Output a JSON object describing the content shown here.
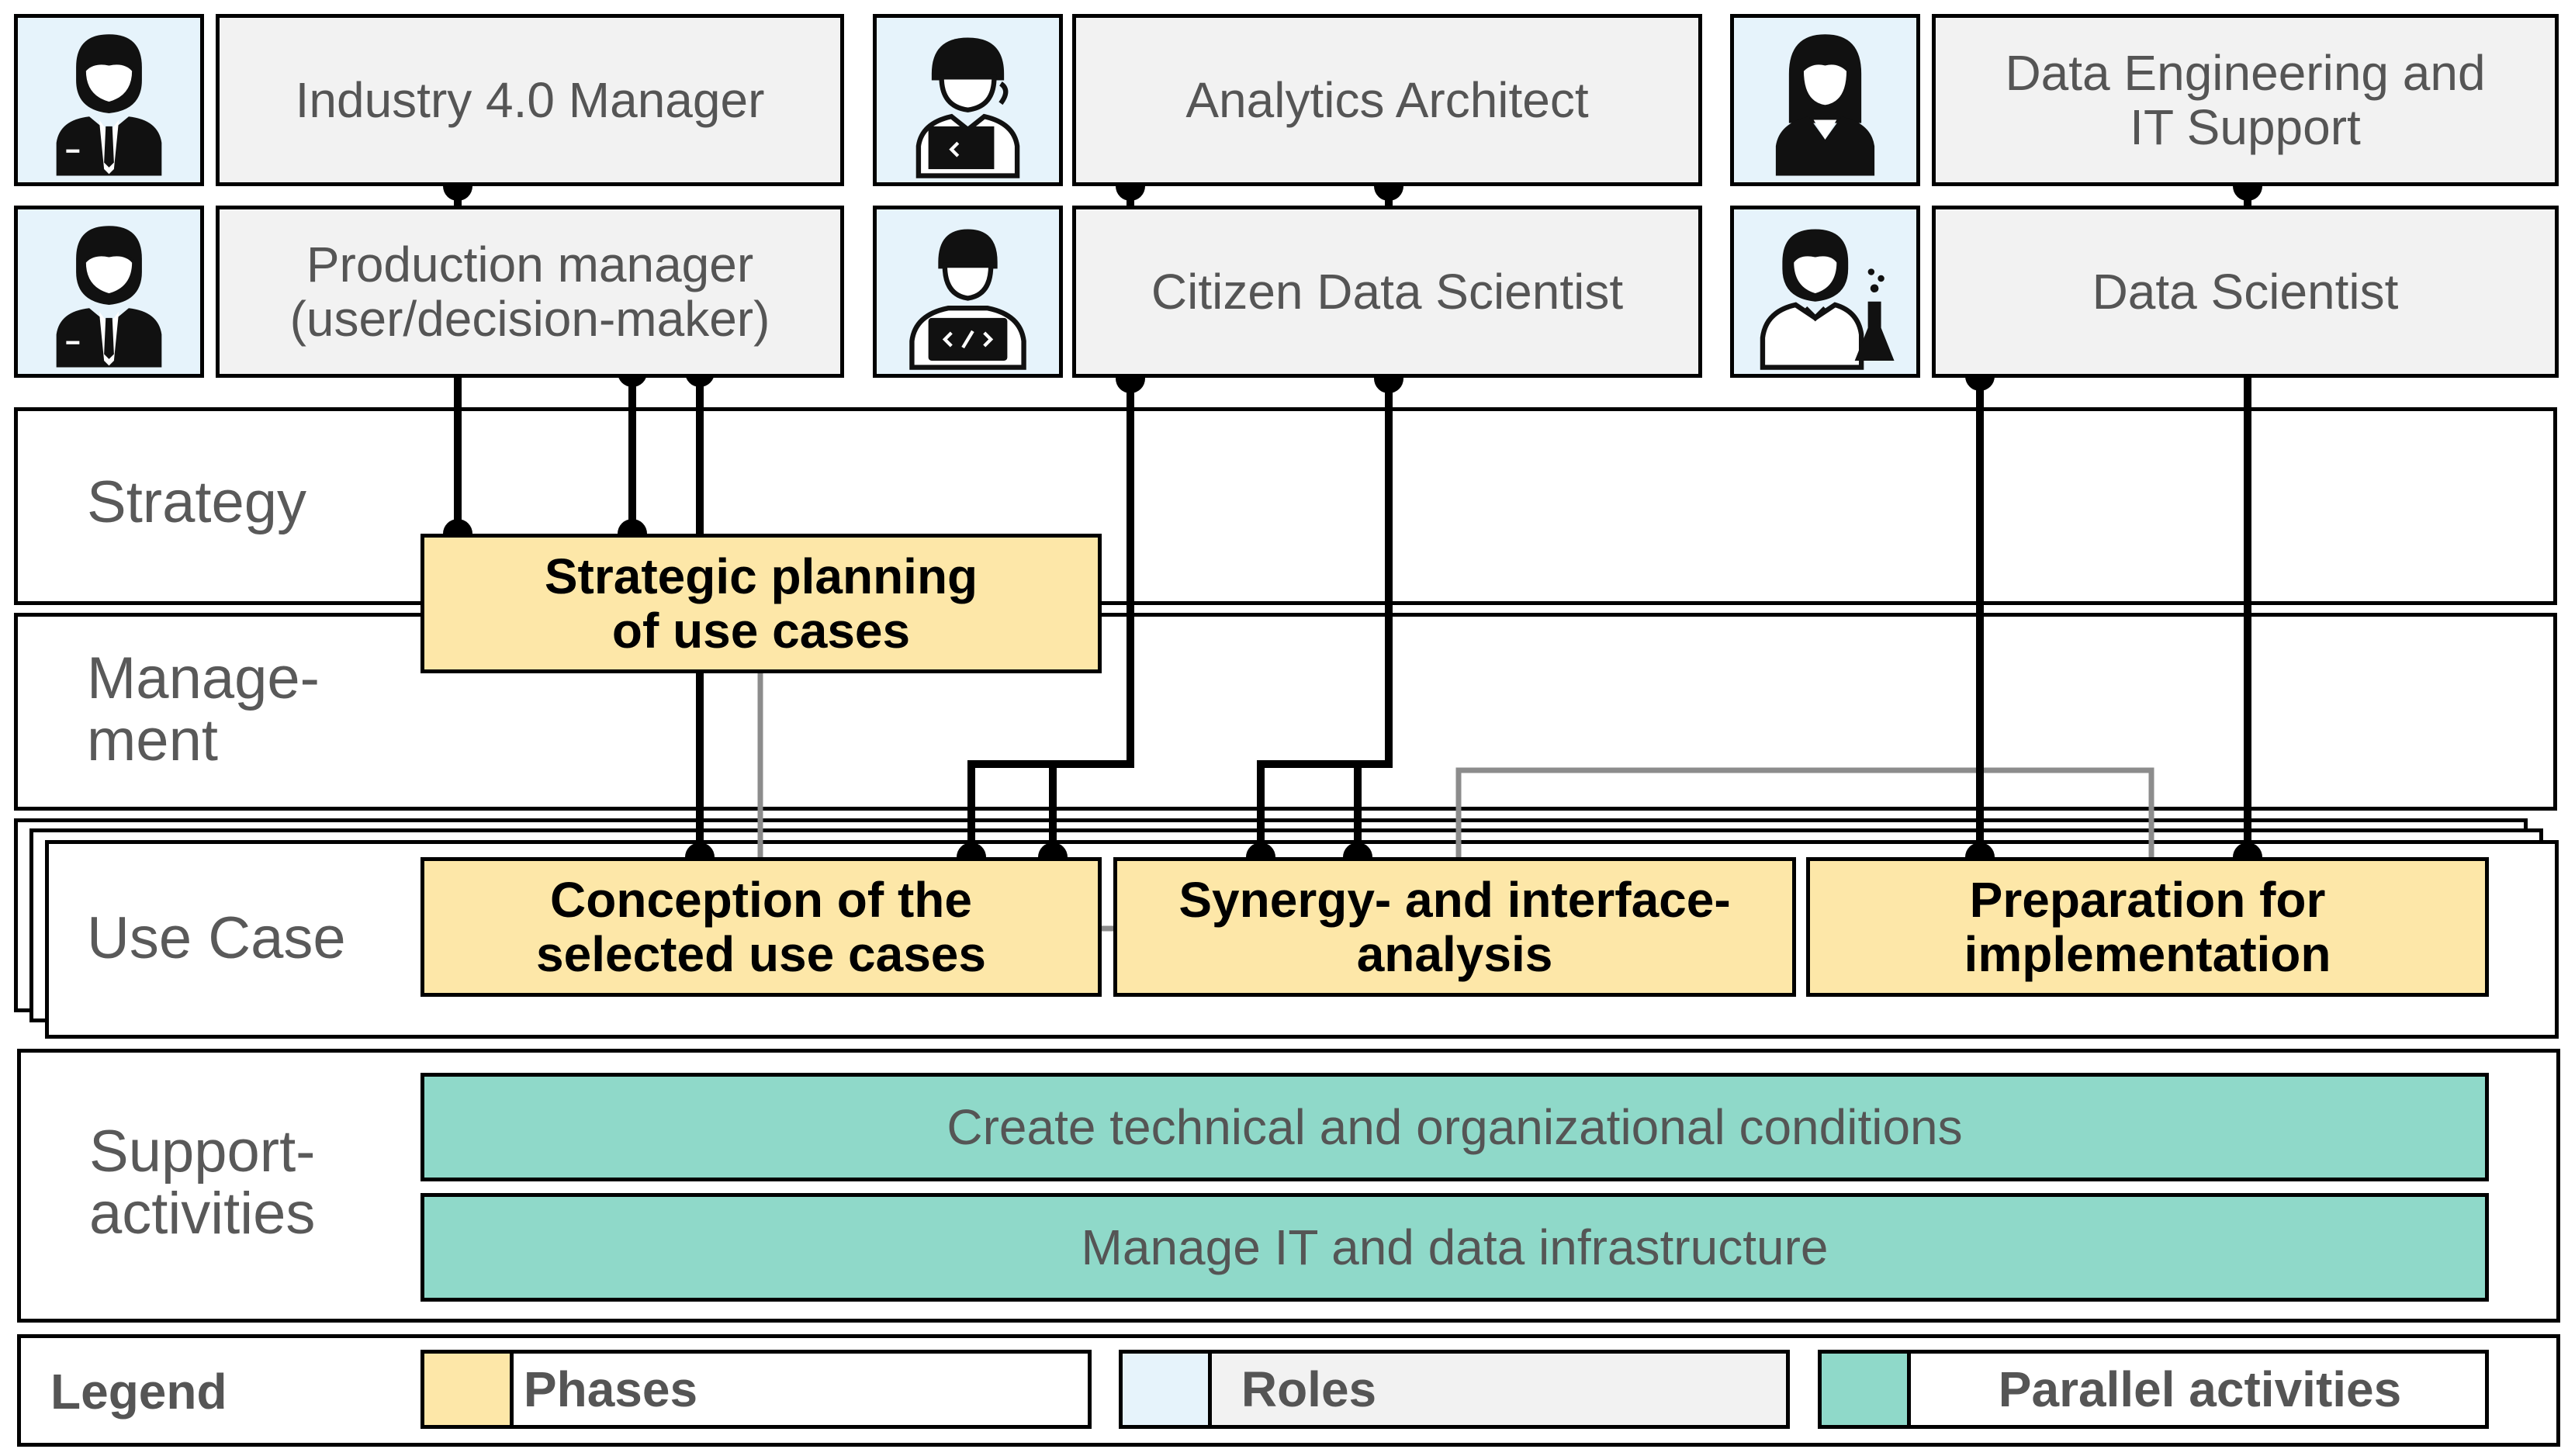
{
  "roles": {
    "industry_manager": "Industry 4.0 Manager",
    "analytics_architect": "Analytics Architect",
    "data_engineering": "Data Engineering and\nIT Support",
    "production_manager": "Production manager\n(user/decision-maker)",
    "citizen_data_scientist": "Citizen Data Scientist",
    "data_scientist": "Data Scientist"
  },
  "lanes": {
    "strategy": "Strategy",
    "management": "Manage-\nment",
    "use_case": "Use Case",
    "support": "Support-\nactivities"
  },
  "phases": {
    "strategic_planning": "Strategic planning\nof use cases",
    "conception": "Conception of the\nselected use cases",
    "synergy": "Synergy- and interface-\nanalysis",
    "preparation": "Preparation for\nimplementation"
  },
  "parallel": {
    "technical_conditions": "Create technical and organizational conditions",
    "it_infrastructure": "Manage IT and data infrastructure"
  },
  "legend": {
    "title": "Legend",
    "phases": "Phases",
    "roles": "Roles",
    "parallel": "Parallel activities"
  },
  "colors": {
    "phase": "#fde7a8",
    "role_icon": "#e6f3fb",
    "role_label": "#f2f2f2",
    "parallel": "#8fd9c9"
  },
  "icons": {
    "industry_manager": "businessman-icon",
    "analytics_architect": "architect-laptop-icon",
    "data_engineering": "businesswoman-icon",
    "production_manager": "businessman-icon",
    "citizen_data_scientist": "coder-laptop-icon",
    "data_scientist": "scientist-flask-icon"
  }
}
